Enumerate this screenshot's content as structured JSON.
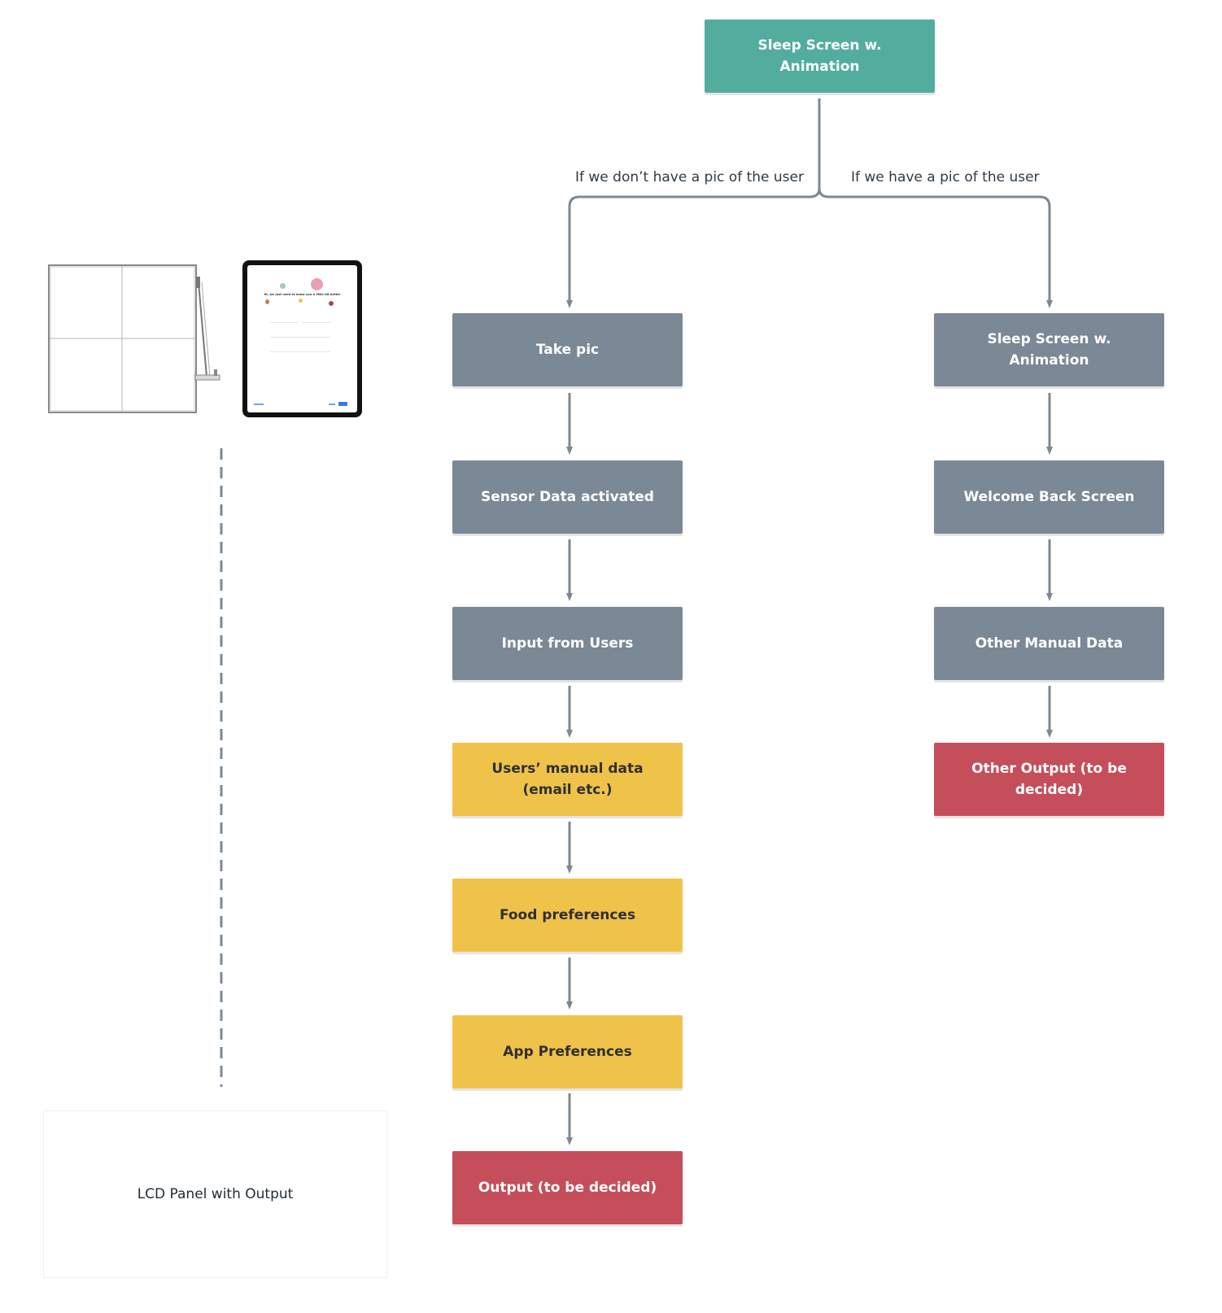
{
  "colors": {
    "start": "#52ad9f",
    "process": "#7b8895",
    "manual_data": "#efc24a",
    "output": "#c54e5b",
    "connector": "#7b8895"
  },
  "start_node": {
    "label": "Sleep Screen w. Animation"
  },
  "branch_labels": {
    "left": "If we don’t have a pic of the user",
    "right": "If we have a pic of the user"
  },
  "left_branch": [
    {
      "label": "Take pic",
      "kind": "process"
    },
    {
      "label": "Sensor Data activated",
      "kind": "process"
    },
    {
      "label": "Input from Users",
      "kind": "process"
    },
    {
      "label": "Users’ manual data (email etc.)",
      "kind": "manual_data"
    },
    {
      "label": "Food preferences",
      "kind": "manual_data"
    },
    {
      "label": "App Preferences",
      "kind": "manual_data"
    },
    {
      "label": "Output (to be decided)",
      "kind": "output"
    }
  ],
  "right_branch": [
    {
      "label": "Sleep Screen w. Animation",
      "kind": "process"
    },
    {
      "label": "Welcome Back Screen",
      "kind": "process"
    },
    {
      "label": "Other Manual Data",
      "kind": "process"
    },
    {
      "label": "Other Output (to be decided)",
      "kind": "output"
    }
  ],
  "hardware": {
    "tablet_heading": "Hi, we just need to know you a little bit better",
    "lcd_label": "LCD Panel with Output"
  }
}
